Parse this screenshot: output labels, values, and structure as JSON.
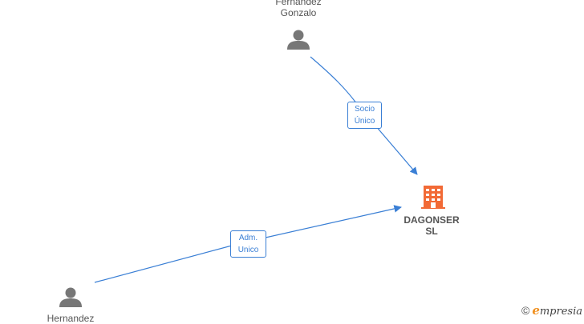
{
  "nodes": {
    "person_top": {
      "label_line1": "Fernandez",
      "label_line2": "Gonzalo"
    },
    "person_bottom": {
      "label_line1": "Hernandez"
    },
    "company": {
      "label_line1": "DAGONSER",
      "label_line2": "SL"
    }
  },
  "edges": {
    "socio": {
      "line1": "Socio",
      "line2": "Único"
    },
    "adm": {
      "line1": "Adm.",
      "line2": "Unico"
    }
  },
  "colors": {
    "edge": "#3a7fd5",
    "person_icon": "#777777",
    "company_icon": "#f26a36",
    "brand_accent": "#f09020"
  },
  "branding": {
    "copyright_symbol": "©",
    "accent_letter": "e",
    "rest": "mpresia"
  }
}
